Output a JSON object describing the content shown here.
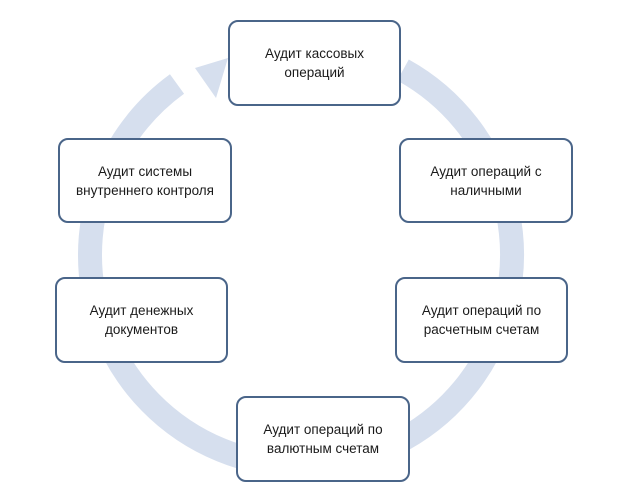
{
  "diagram": {
    "ring_color": "#d6dfee",
    "border_color": "#4a6589",
    "nodes": [
      {
        "label": "Аудит кассовых\nопераций"
      },
      {
        "label": "Аудит операций с\nналичными"
      },
      {
        "label": "Аудит операций по\nрасчетным счетам"
      },
      {
        "label": "Аудит операций по\nвалютным счетам"
      },
      {
        "label": "Аудит денежных\nдокументов"
      },
      {
        "label": "Аудит системы\nвнутреннего контроля"
      }
    ]
  }
}
